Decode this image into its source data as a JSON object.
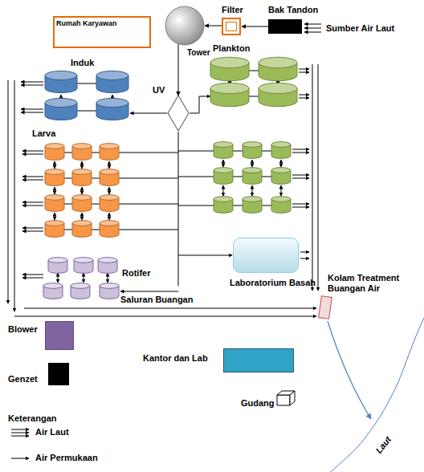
{
  "diagram": {
    "nodes": [
      {
        "text": [
          "Rumah Karyawan"
        ]
      },
      {
        "text": [
          "Tower"
        ]
      },
      {
        "text": [
          "Filter"
        ]
      },
      {
        "text": [
          "Bak Tandon"
        ]
      },
      {
        "text": [
          "UV"
        ]
      },
      {
        "text": [
          "Laboratorium Basah"
        ]
      },
      {
        "text": [
          "Kolam Treatment Buangan Air"
        ]
      },
      {
        "text": [
          "Blower"
        ]
      },
      {
        "text": [
          "Kantor dan Lab"
        ]
      },
      {
        "text": [
          "Genzet"
        ]
      },
      {
        "text": [
          "Gudang"
        ]
      }
    ],
    "edges": [
      {
        "from": 3,
        "to": 2,
        "arrow": "to"
      },
      {
        "from": 2,
        "to": 1,
        "arrow": "to"
      },
      {
        "from": 1,
        "to": 4,
        "arrow": "to"
      }
    ],
    "labels": [
      "Sumber Air Laut",
      "Induk",
      "Plankton",
      "Larva",
      "Rotifer",
      "Saluran Buangan",
      "Laut",
      "Keterangan"
    ],
    "legend": [
      {
        "text": "Air Laut"
      },
      {
        "text": "Air Permukaan"
      }
    ]
  }
}
